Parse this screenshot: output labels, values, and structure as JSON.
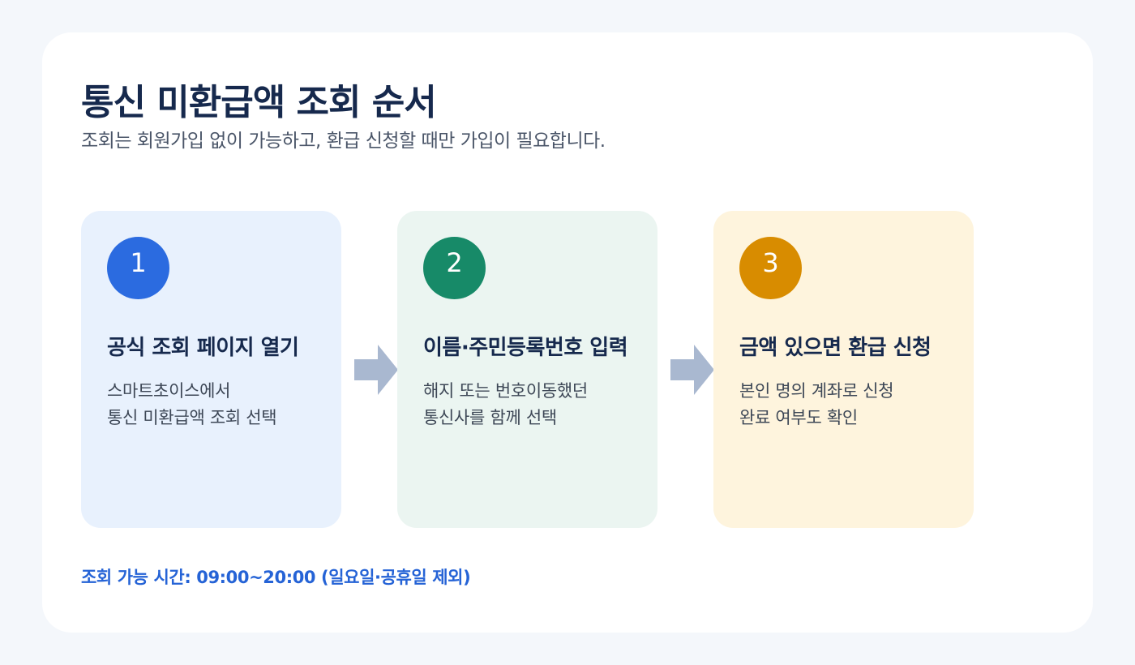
{
  "header": {
    "title": "통신 미환급액 조회 순서",
    "subtitle": "조회는 회원가입 없이 가능하고, 환급 신청할 때만 가입이 필요합니다."
  },
  "steps": [
    {
      "number": "1",
      "title": "공식 조회 페이지 열기",
      "desc_lines": [
        "스마트초이스에서",
        "통신 미환급액 조회 선택"
      ]
    },
    {
      "number": "2",
      "title": "이름·주민등록번호 입력",
      "desc_lines": [
        "해지 또는 번호이동했던",
        "통신사를 함께 선택"
      ]
    },
    {
      "number": "3",
      "title": "금액 있으면 환급 신청",
      "desc_lines": [
        "본인 명의 계좌로 신청",
        "완료 여부도 확인"
      ]
    }
  ],
  "footer": {
    "hours": "조회 가능 시간: 09:00~20:00 (일요일·공휴일 제외)"
  },
  "colors": {
    "step_1_accent": "#2b6be0",
    "step_2_accent": "#178a68",
    "step_3_accent": "#d88c00",
    "arrow": "#a9b8d0"
  },
  "icons": {
    "connector": "right-arrow-icon"
  }
}
